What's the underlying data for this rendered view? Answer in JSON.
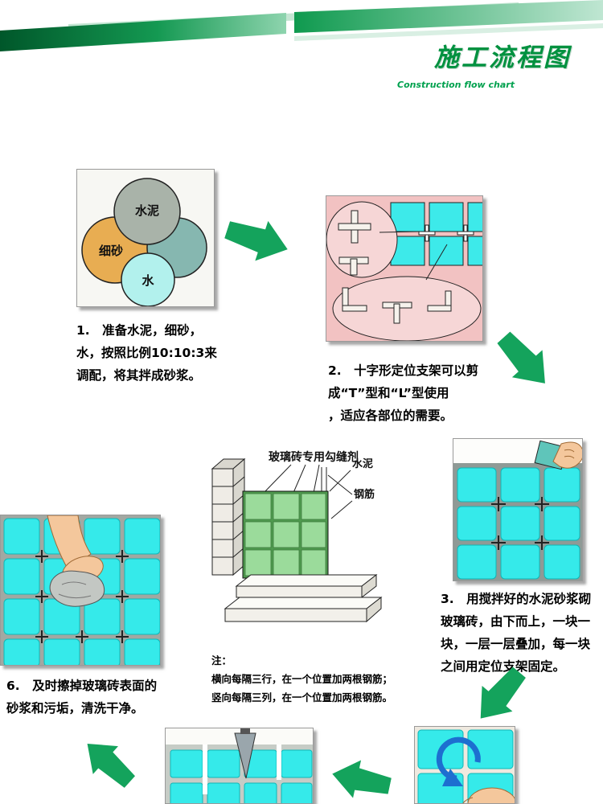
{
  "header": {
    "title": "施工流程图",
    "subtitle": "Construction flow chart"
  },
  "colors": {
    "accent_green": "#00913f",
    "arrow_green": "#14a35c",
    "glass_cyan": "#35eaea",
    "pink_background": "#f2c2c2",
    "wall_green": "#9bdb9b",
    "sand_orange": "#e8ad52",
    "cement_gray": "#a9b3a9",
    "water_cyan": "#b2f1ed"
  },
  "icons": {
    "flow_arrows": [
      "right",
      "down-right",
      "down-left",
      "left",
      "up-left"
    ]
  },
  "step1": {
    "circle_labels": {
      "cement": "水泥",
      "sand": "细砂",
      "water": "水"
    },
    "caption_lines": [
      "1.　准备水泥，细砂，",
      "水，按照比例10:10:3来",
      "调配，将其拌成砂浆。"
    ]
  },
  "step2": {
    "caption_lines": [
      "2.　十字形定位支架可以剪",
      "成“T”型和“L”型使用",
      "，适应各部位的需要。"
    ]
  },
  "step3": {
    "caption_lines": [
      "3.　用搅拌好的水泥砂浆砌",
      "玻璃砖，由下而上，一块一",
      "块，一层一层叠加，每一块",
      "之间用定位支架固定。"
    ]
  },
  "step6": {
    "caption_lines": [
      "6.　及时擦掉玻璃砖表面的",
      "砂浆和污垢，清洗干净。"
    ]
  },
  "diagram": {
    "caulk_label": "玻璃砖专用勾缝剂",
    "cement_label": "水泥",
    "rebar_label": "钢筋",
    "note_title": "注：",
    "note_lines": [
      "横向每隔三行，在一个位置加两根钢筋；",
      "竖向每隔三列，在一个位置加两根钢筋。"
    ]
  }
}
